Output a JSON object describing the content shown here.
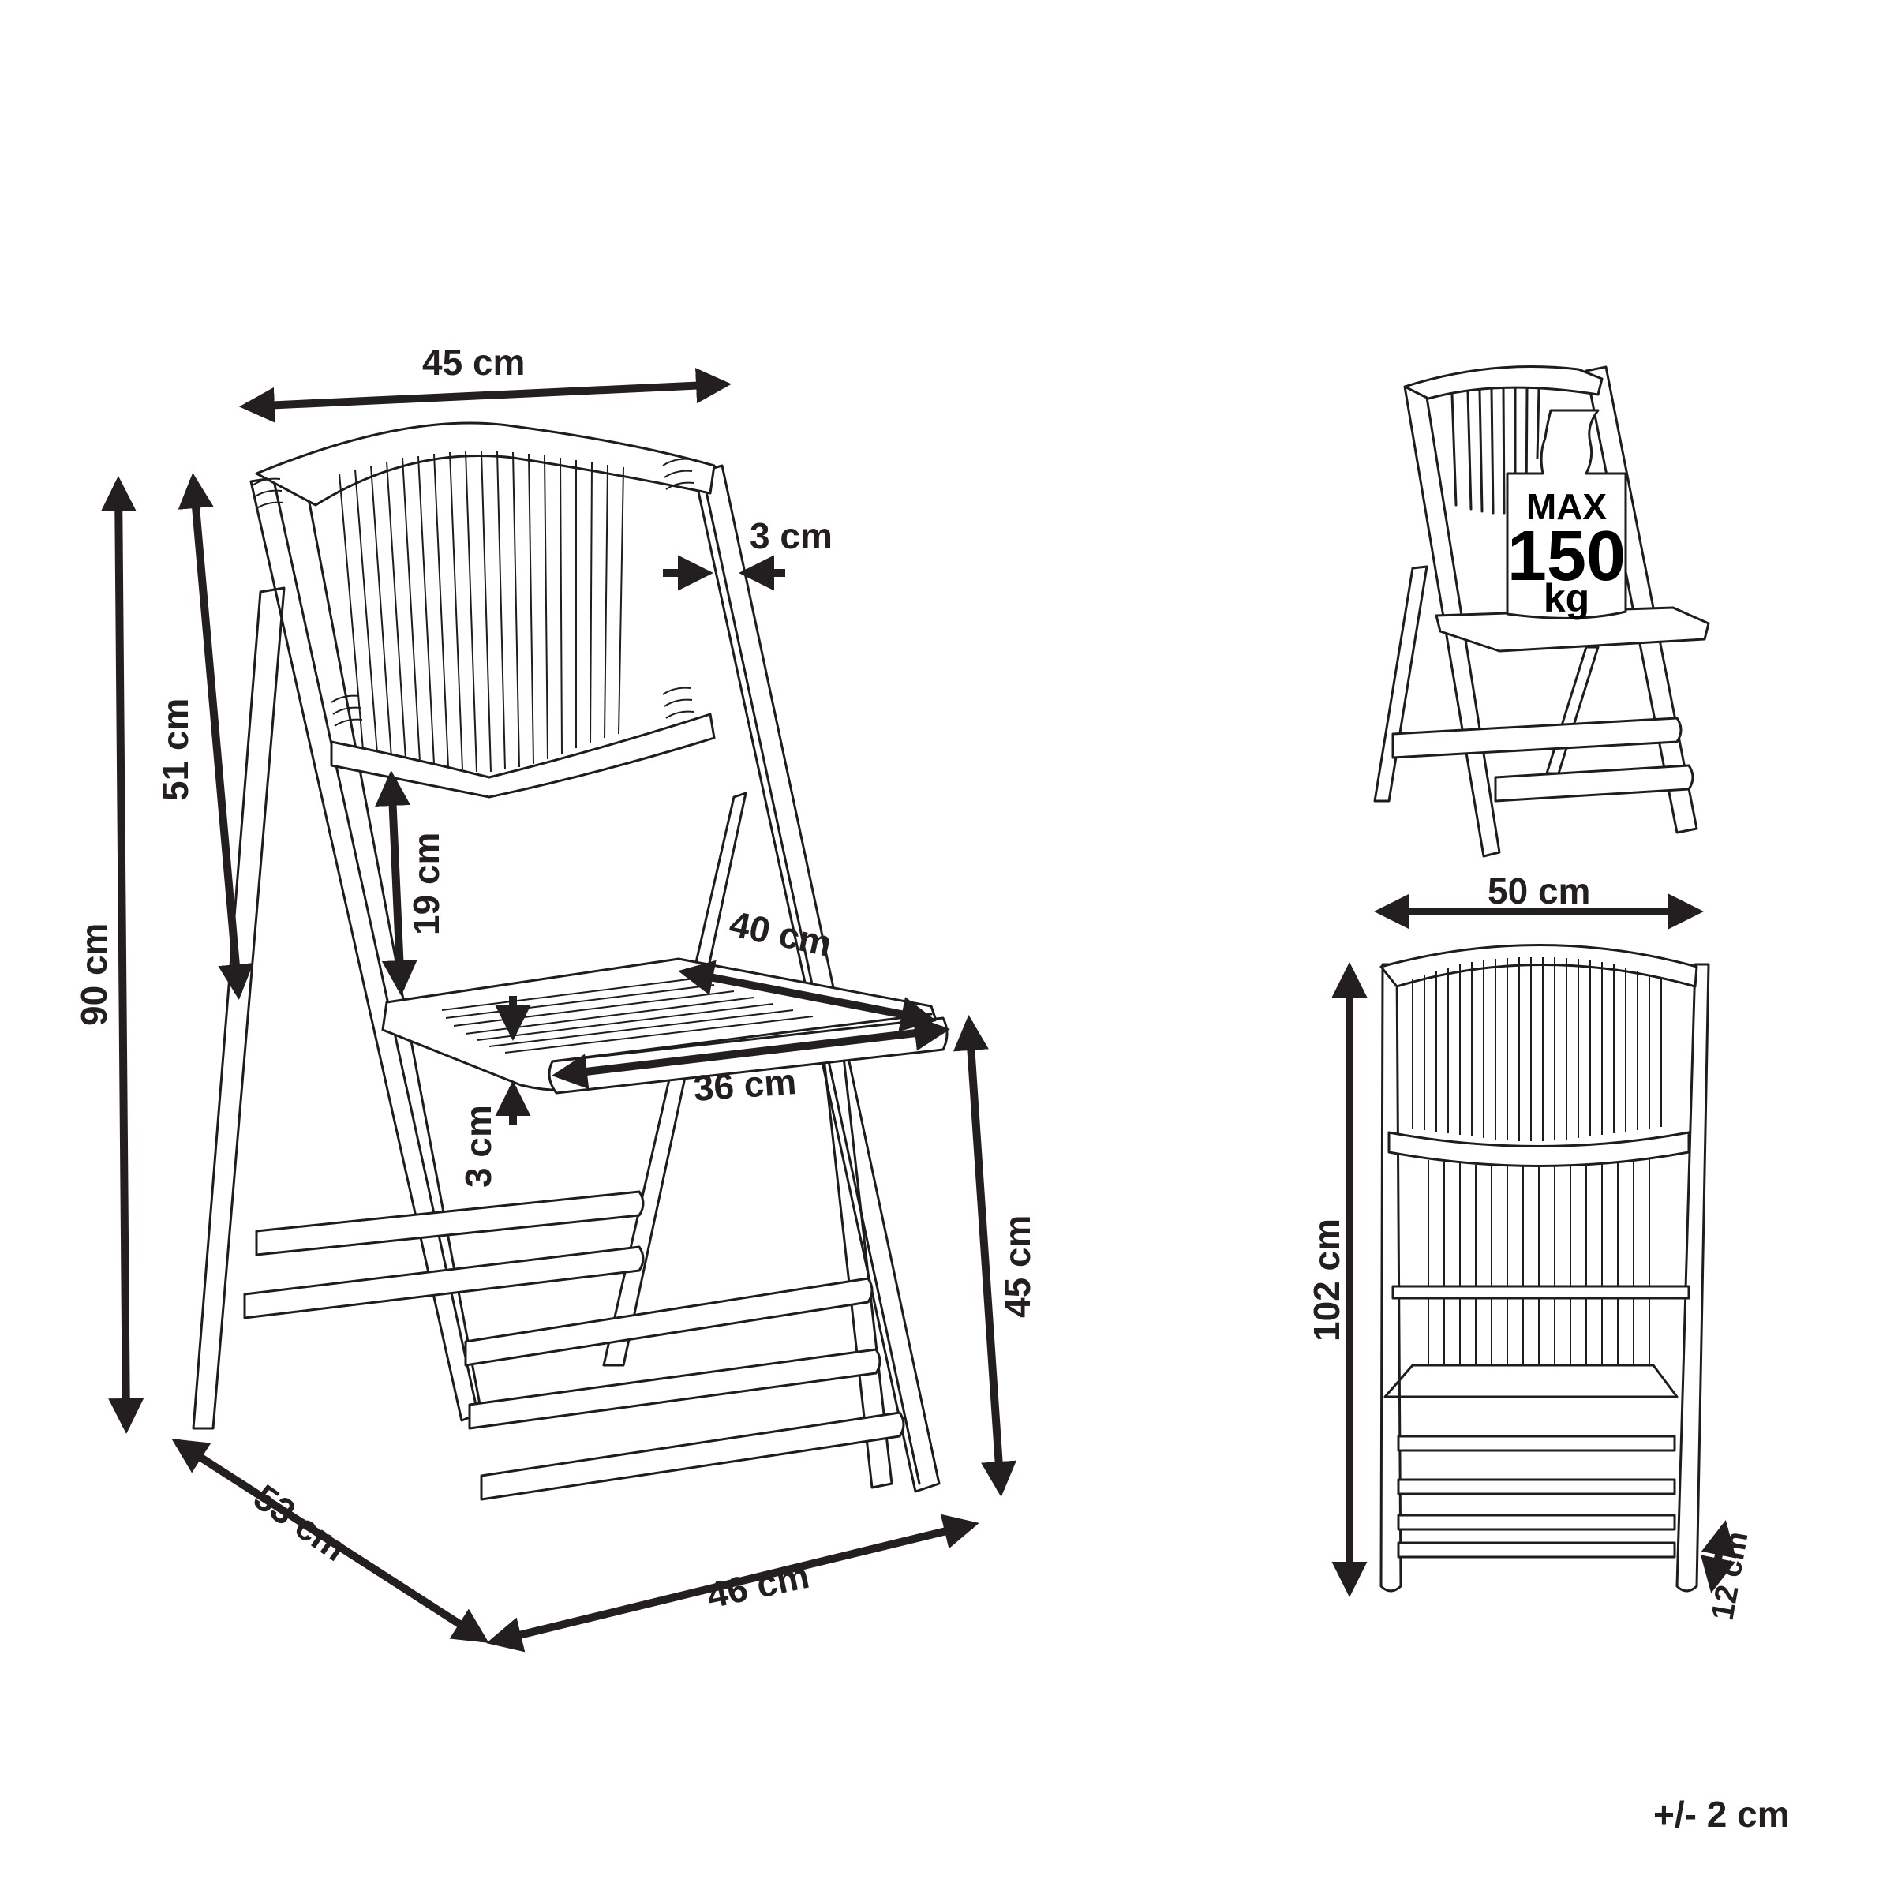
{
  "diagram": {
    "subject": "Folding bamboo chair dimensions",
    "main_view": {
      "dimensions": {
        "backrest_width": "45 cm",
        "frame_thickness": "3 cm",
        "total_height": "90 cm",
        "backrest_height": "51 cm",
        "backrest_to_seat_gap": "19 cm",
        "seat_depth": "40 cm",
        "seat_width": "36 cm",
        "seat_thickness": "3 cm",
        "seat_height": "45 cm",
        "depth": "53 cm",
        "width": "46 cm"
      }
    },
    "load_view": {
      "weight_badge": {
        "line1": "MAX",
        "line2": "150",
        "line3": "kg"
      }
    },
    "folded_view": {
      "dimensions": {
        "folded_width": "50 cm",
        "folded_height": "102 cm",
        "folded_depth": "12 cm"
      }
    },
    "tolerance_note": "+/- 2 cm"
  },
  "colors": {
    "ink": "#231f20",
    "background": "#ffffff"
  }
}
